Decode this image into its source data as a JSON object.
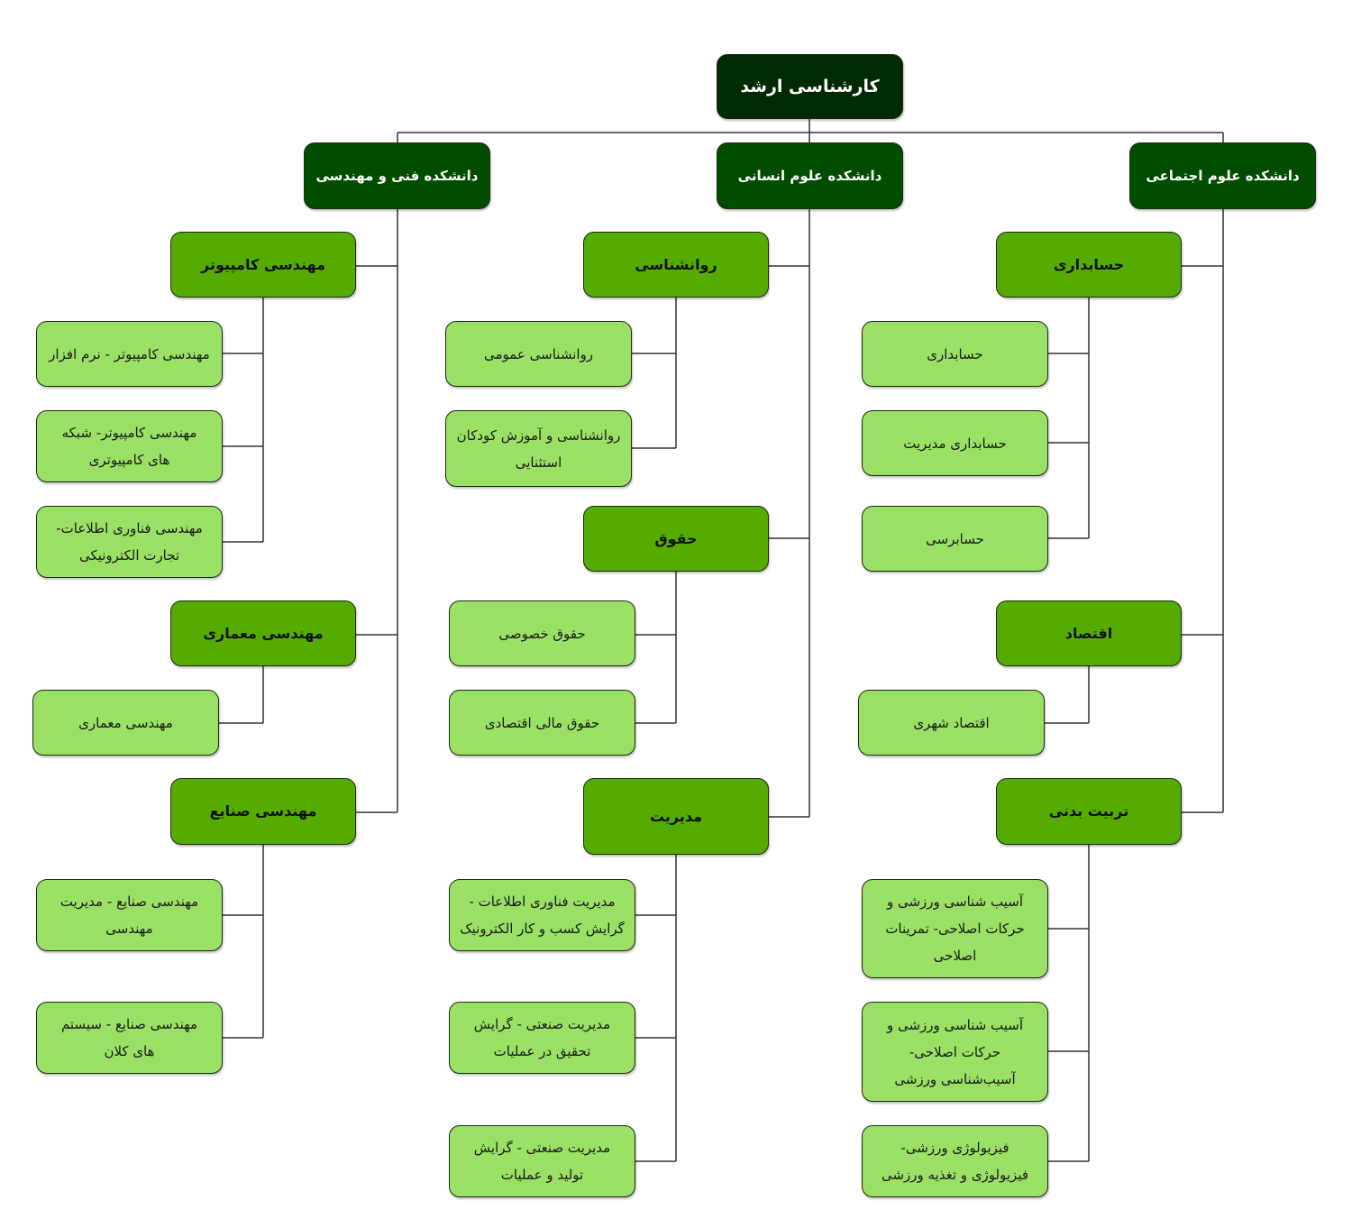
{
  "colors": {
    "root": "#002b00",
    "faculty": "#004d00",
    "department": "#55ab00",
    "program": "#99e065",
    "line": "#333333"
  },
  "root": {
    "label": "کارشناسی ارشد"
  },
  "faculties": [
    {
      "label": "دانشکده علوم اجتماعی",
      "departments": [
        {
          "label": "حسابداری",
          "programs": [
            "حسابداری",
            "حسابداری مدیریت",
            "حسابرسی"
          ]
        },
        {
          "label": "اقتصاد",
          "programs": [
            "اقتصاد شهری"
          ]
        },
        {
          "label": "تربیت بدنی",
          "programs": [
            "آسیب شناسی ورزشی و حرکات اصلاحی- تمرینات اصلاحی",
            "آسیب شناسی ورزشی و حرکات اصلاحی- آسیب‌شناسی ورزشی",
            "فیزیولوژی ورزشی- فیزیولوژی و تغذیه ورزشی"
          ]
        }
      ]
    },
    {
      "label": "دانشکده علوم انسانی",
      "departments": [
        {
          "label": "روانشناسی",
          "programs": [
            "روانشناسی عمومی",
            "روانشناسی و آموزش کودکان استثنایی"
          ]
        },
        {
          "label": "حقوق",
          "programs": [
            "حقوق خصوصی",
            "حقوق مالی اقتصادی"
          ]
        },
        {
          "label": "مدیریت",
          "programs": [
            "مدیریت فناوری اطلاعات - گرایش کسب و کار الکترونیک",
            "مدیریت صنعتی - گرایش تحقیق در عملیات",
            "مدیریت صنعتی - گرایش تولید و عملیات"
          ]
        }
      ]
    },
    {
      "label": "دانشکده فنی و مهندسی",
      "departments": [
        {
          "label": "مهندسی کامپیوتر",
          "programs": [
            "مهندسی کامپیوتر - نرم افزار",
            "مهندسی کامپیوتر- شبکه های کامپیوتری",
            "مهندسی فناوری اطلاعات- تجارت الکترونیکی"
          ]
        },
        {
          "label": "مهندسی معماری",
          "programs": [
            "مهندسی معماری"
          ]
        },
        {
          "label": "مهندسی صنایع",
          "programs": [
            "مهندسی صنایع - مدیریت مهندسی",
            "مهندسی صنایع - سیستم های کلان"
          ]
        }
      ]
    }
  ]
}
